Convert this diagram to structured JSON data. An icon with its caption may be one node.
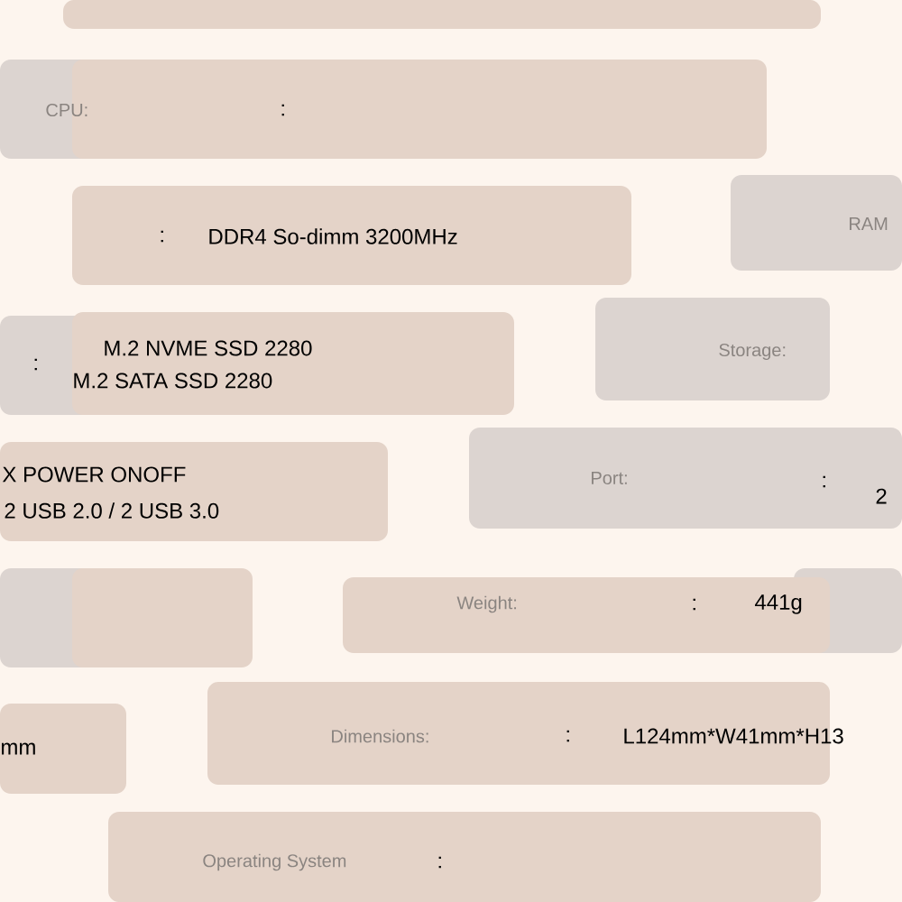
{
  "diagram": {
    "labels": [
      "CPU:",
      ":",
      ":",
      "DDR4 So-dimm 3200MHz",
      "RAM",
      ":",
      "M.2 NVME SSD 2280",
      "M.2 SATA SSD 2280",
      "Storage:",
      "X POWER ONOFF",
      "2 USB 2.0 / 2 USB 3.0",
      "Port:",
      ":",
      "2",
      "Weight:",
      ":",
      "441g",
      "mm",
      "Dimensions:",
      ":",
      "L124mm*W41mm*H13",
      "Operating System",
      ":"
    ]
  }
}
